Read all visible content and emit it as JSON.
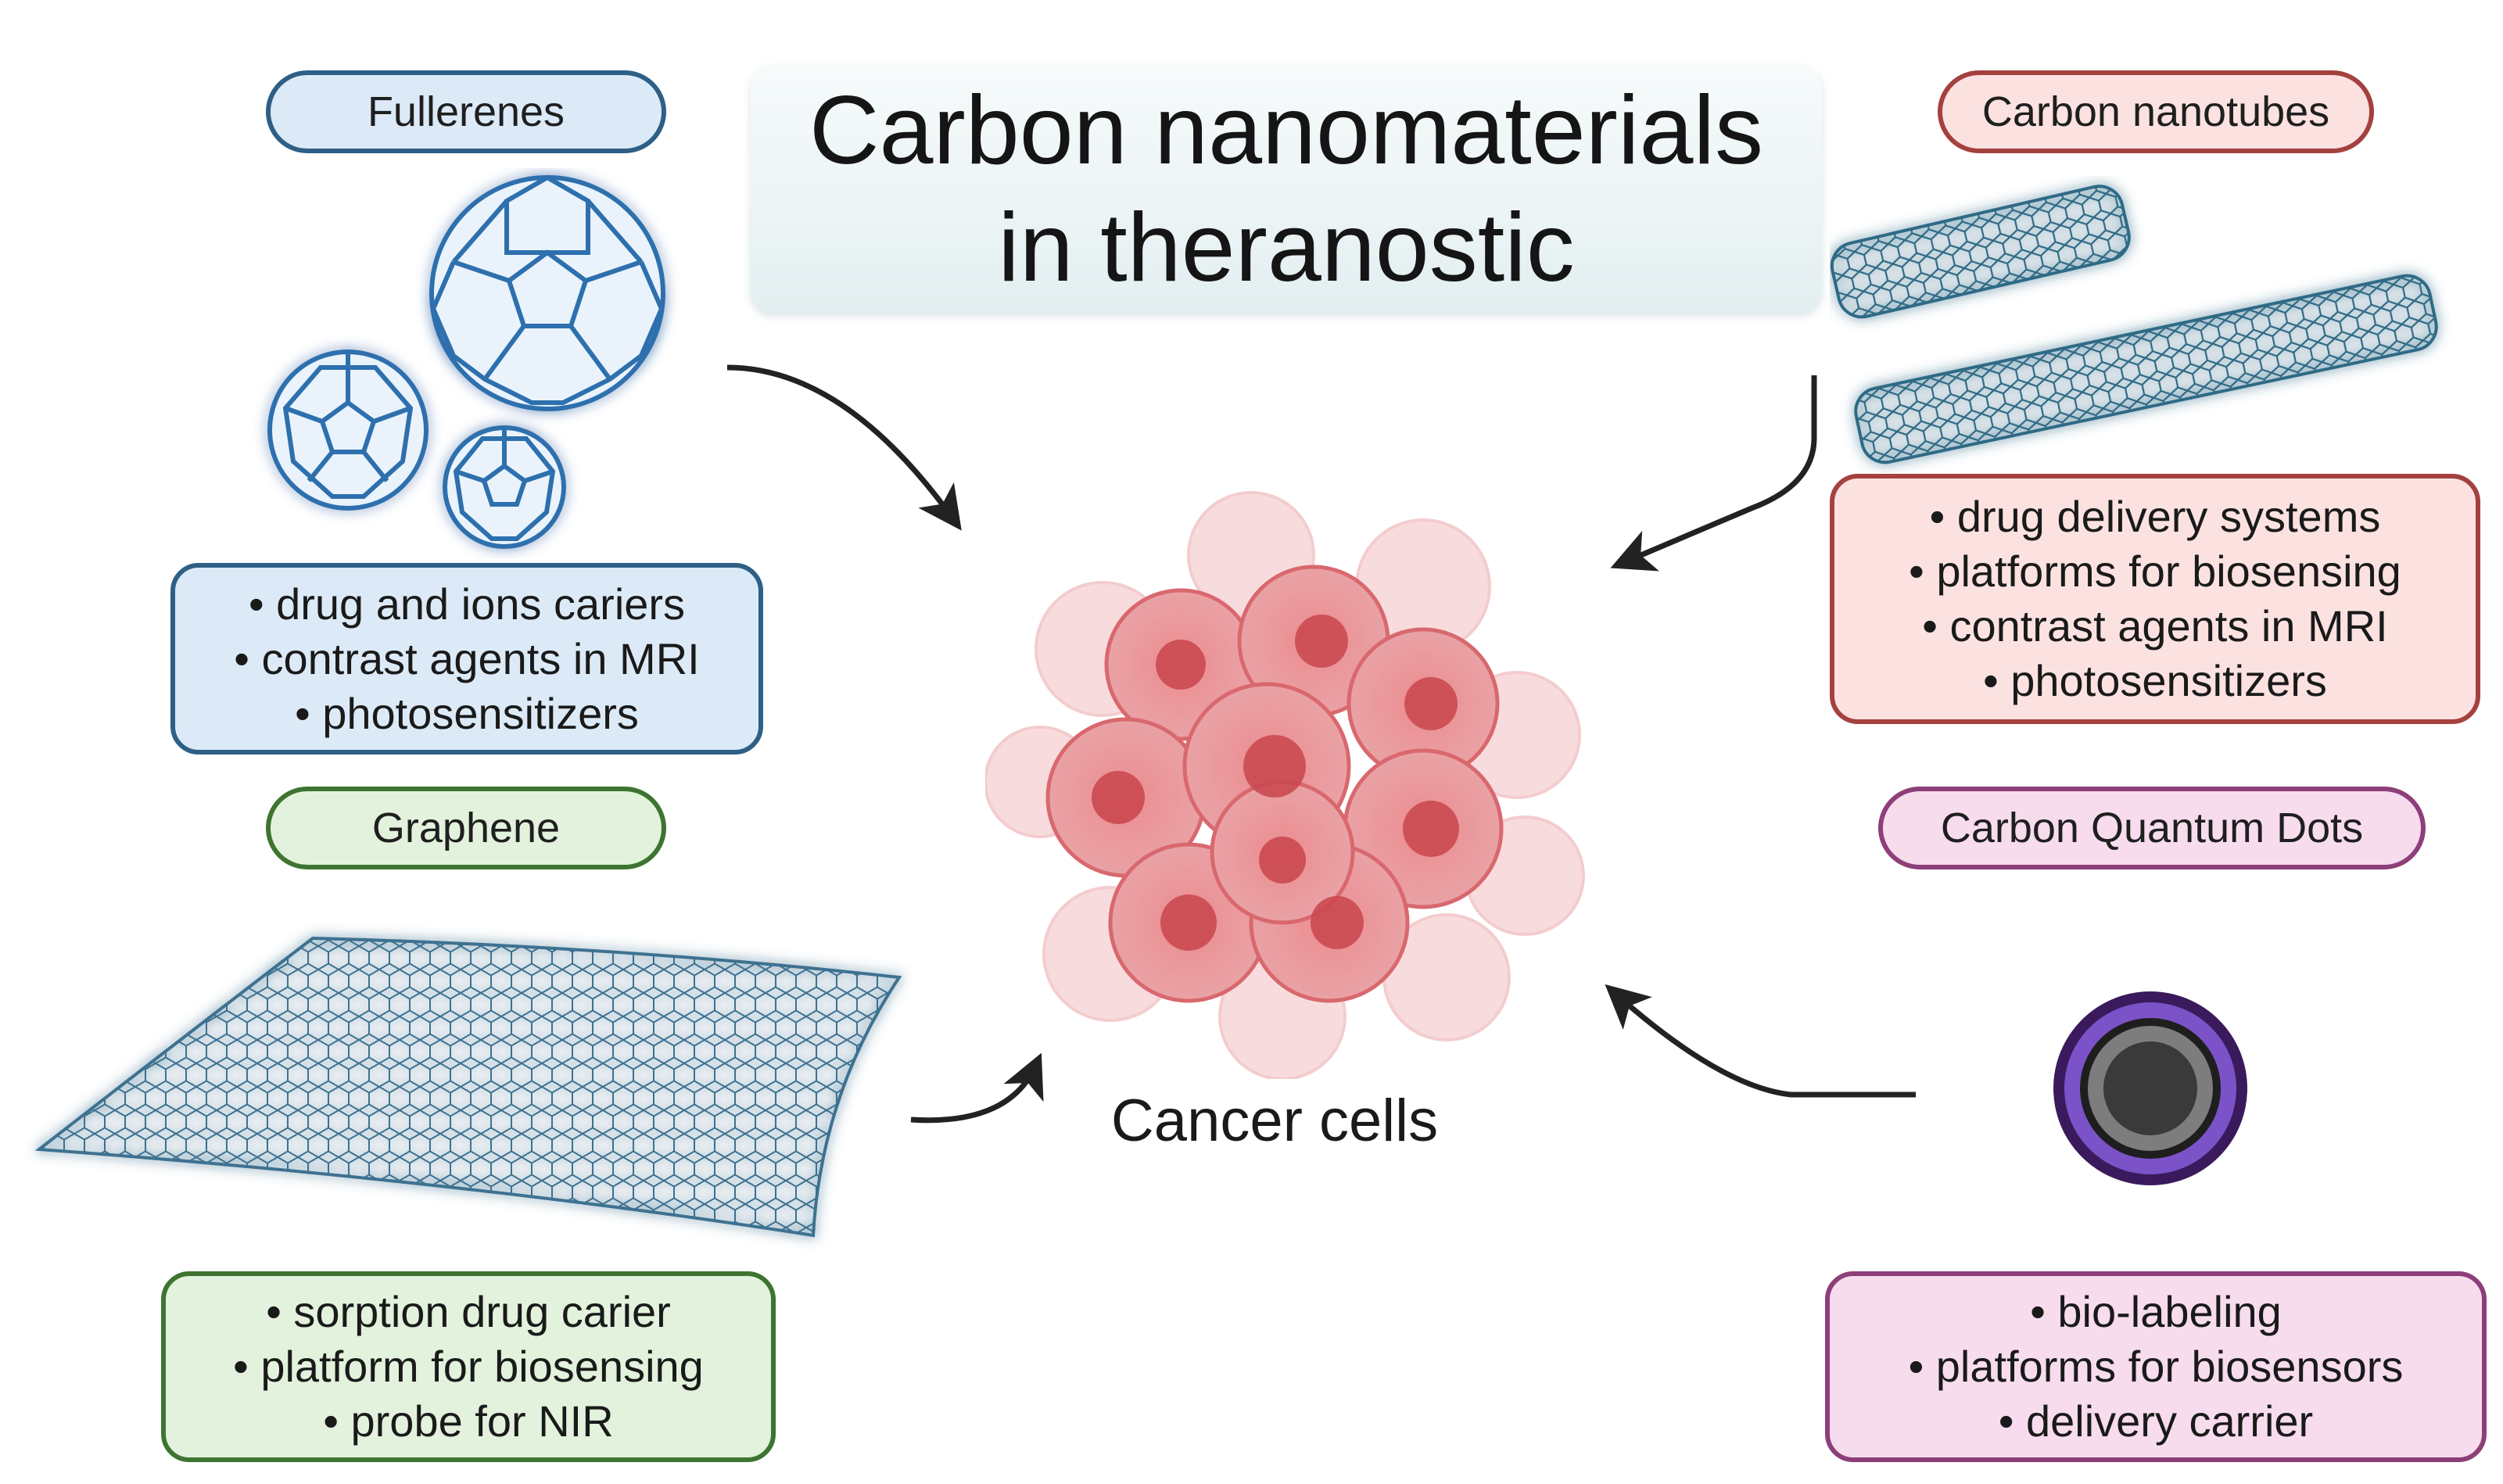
{
  "title": {
    "line1": "Carbon nanomaterials",
    "line2": "in theranostic"
  },
  "center": {
    "label": "Cancer cells"
  },
  "materials": {
    "fullerenes": {
      "name": "Fullerenes",
      "uses": [
        "• drug and ions cariers",
        "• contrast agents in MRI",
        "• photosensitizers"
      ],
      "icon": "fullerene-icon"
    },
    "nanotubes": {
      "name": "Carbon nanotubes",
      "uses": [
        "• drug delivery systems",
        "• platforms for biosensing",
        "• contrast agents in MRI",
        "• photosensitizers"
      ],
      "icon": "nanotube-icon"
    },
    "graphene": {
      "name": "Graphene",
      "uses": [
        "• sorption drug carier",
        "• platform for biosensing",
        "• probe for NIR"
      ],
      "icon": "graphene-sheet-icon"
    },
    "quantum_dots": {
      "name": "Carbon Quantum Dots",
      "uses": [
        "• bio-labeling",
        "•  platforms for biosensors",
        "• delivery carrier"
      ],
      "icon": "quantum-dot-icon"
    }
  },
  "colors": {
    "fullerenes": "#2e5f86",
    "nanotubes": "#a4413f",
    "graphene": "#3e7431",
    "quantum_dots": "#8c3f78",
    "cells": "#e2777b"
  }
}
